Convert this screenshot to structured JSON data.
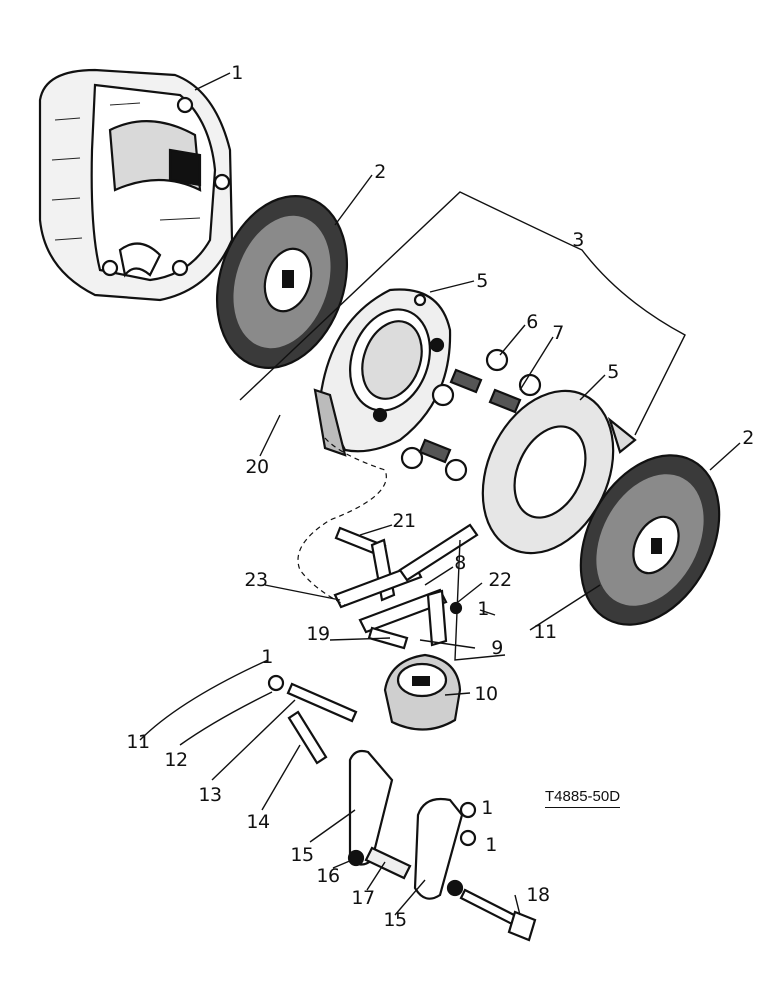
{
  "figure_code": "T4885-50D",
  "callouts": {
    "c1a": "1",
    "c2a": "2",
    "c3": "3",
    "c5a": "5",
    "c6": "6",
    "c7": "7",
    "c5b": "5",
    "c2b": "2",
    "c20": "20",
    "c21": "21",
    "c8": "8",
    "c23": "23",
    "c22": "22",
    "c1b": "1",
    "c11a": "11",
    "c19": "19",
    "c9": "9",
    "c10": "10",
    "c1c": "1",
    "c11b": "11",
    "c12": "12",
    "c13": "13",
    "c14": "14",
    "c15a": "15",
    "c16": "16",
    "c17": "17",
    "c1d": "1",
    "c1e": "1",
    "c18": "18",
    "c15b": "15"
  }
}
